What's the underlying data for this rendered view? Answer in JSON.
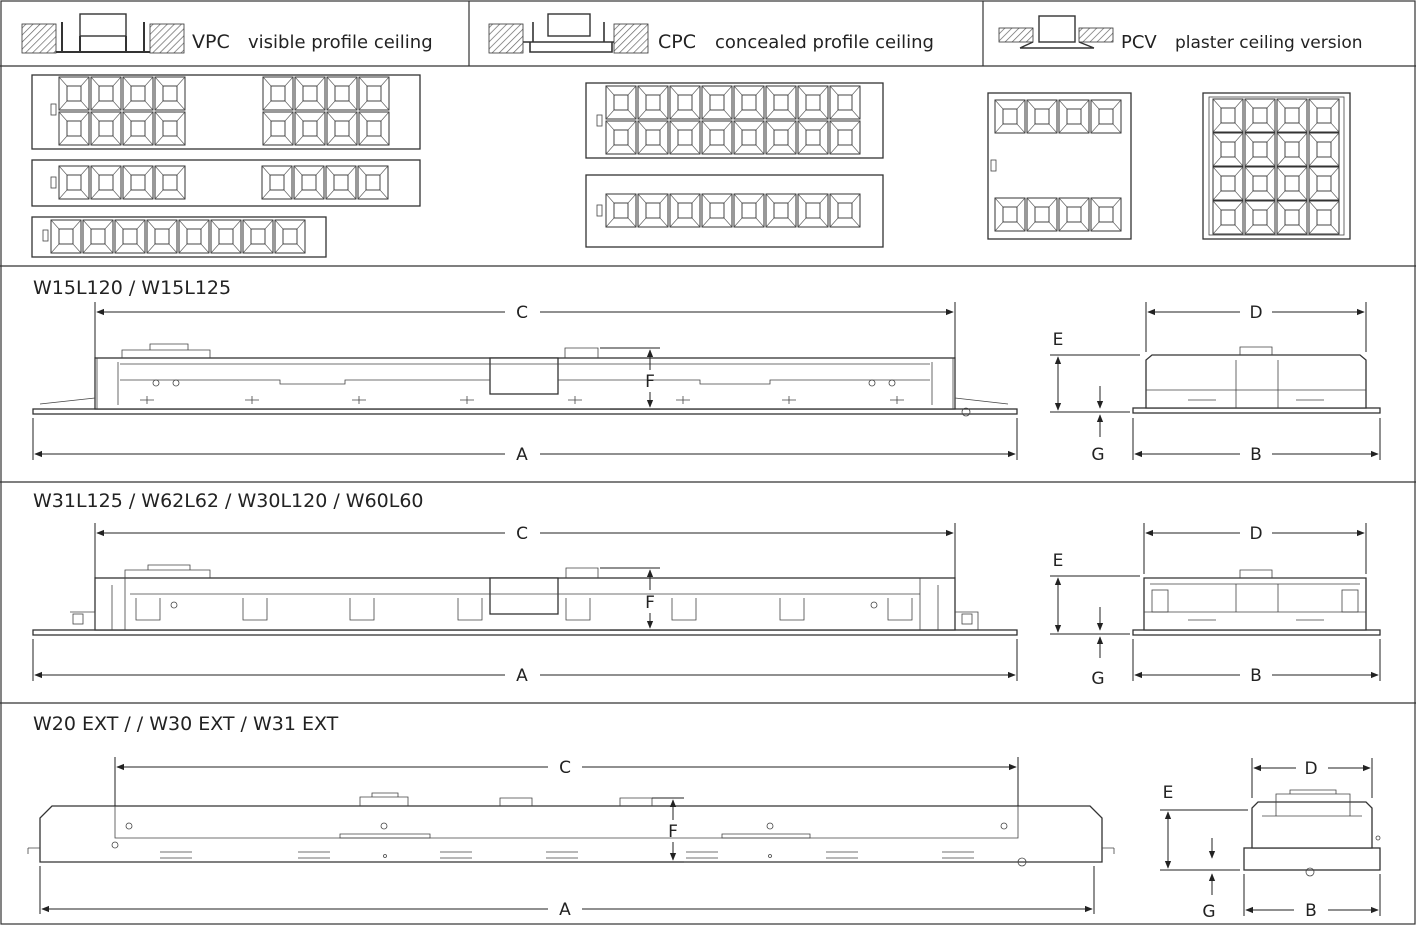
{
  "legend": {
    "vpc": {
      "code": "VPC",
      "text": "visible profile ceiling"
    },
    "cpc": {
      "code": "CPC",
      "text": "concealed profile ceiling"
    },
    "pcv": {
      "code": "PCV",
      "text": "plaster ceiling version"
    }
  },
  "sections": [
    {
      "title": "W15L120 / W15L125"
    },
    {
      "title": "W31L125 / W62L62 / W30L120 / W60L60"
    },
    {
      "title": "W20 EXT /  / W30 EXT / W31 EXT"
    }
  ],
  "dimension_labels": {
    "a": "A",
    "b": "B",
    "c": "C",
    "d": "D",
    "e": "E",
    "f": "F",
    "g": "G"
  },
  "icons": [
    "ceiling-profile-icon",
    "luminaire-module-icon",
    "dimension-arrow-icon"
  ]
}
